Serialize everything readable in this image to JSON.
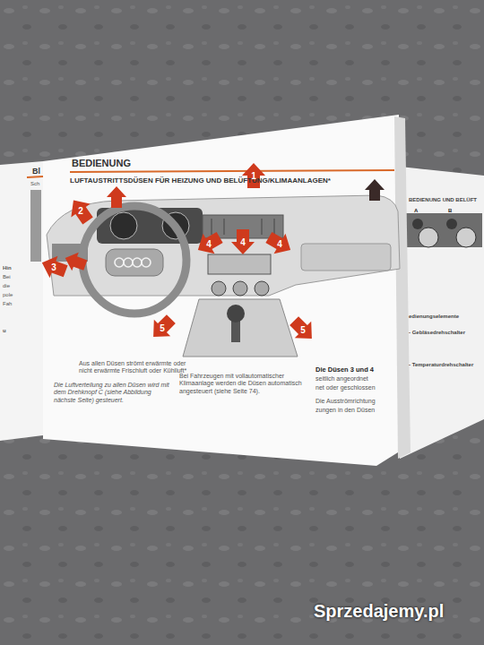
{
  "diagram": {
    "title": "BEDIENUNG",
    "labels": [
      "LUFTAUSTRITTSDÜSEN FÜR HEIZUNG UND BELÜFTUNG/KLIMAANLAGEN*",
      "1",
      "2",
      "3",
      "4",
      "4",
      "4",
      "5",
      "5",
      "Aus allen Düsen strömt erwärmte oder nicht erwärmte Frischluft oder Kühlluft*",
      "Die Luftverteilung zu allen Düsen wird mit dem Drehknopf C (siehe Abbildung nächste Seite) gesteuert.",
      "Bei Fahrzeugen mit vollautomatischer Klimaanlage werden die Düsen automatisch angesteuert (siehe Seite 74).",
      "Die Düsen 3 und 4",
      "seitlich angeordnet",
      "net oder geschlossen",
      "Die Ausströmrichtung",
      "zungen in den Düsen",
      "BEDIENUNG UND BELÜFT",
      "A",
      "B",
      "edienungselemente",
      "- Gebläsedrehschalter",
      "- Temperaturdrehschalter",
      "Bl",
      "Sch",
      "Hin",
      "Bei",
      "die",
      "pole",
      "Fah",
      "u",
      "Sprzedajemy.pl"
    ]
  }
}
